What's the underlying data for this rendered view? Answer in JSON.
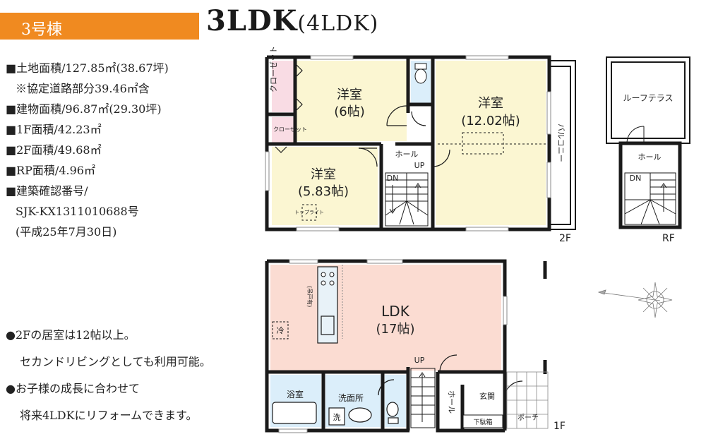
{
  "header": {
    "building_badge": "3号棟",
    "layout_title": "3LDK",
    "layout_title_alt": "(4LDK)"
  },
  "specs": [
    "■土地面積/127.85㎡(38.67坪)",
    "※協定道路部分39.46㎡含",
    "■建物面積/96.87㎡(29.30坪)",
    "■1F面積/42.23㎡",
    "■2F面積/49.68㎡",
    "■RP面積/4.96㎡",
    "■建築確認番号/",
    "SJK-KX1311010688号",
    "(平成25年7月30日)"
  ],
  "notes": [
    "●2Fの居室は12帖以上。",
    "セカンドリビングとしても利用可能。",
    "●お子様の成長に合わせて",
    "将来4LDKにリフォームできます。"
  ],
  "floor2": {
    "floor_label": "2F",
    "closet1": "クローゼット",
    "closet2": "クローゼット",
    "room1_name": "洋室",
    "room1_size": "(6帖)",
    "room2_name": "洋室",
    "room2_size": "(12.02帖)",
    "room3_name": "洋室",
    "room3_size": "(5.83帖)",
    "skylight": "トップライト",
    "hall": "ホール",
    "up": "UP",
    "dn": "DN",
    "balcony": "バルコニー"
  },
  "roof": {
    "floor_label": "RF",
    "terrace": "ルーフテラス",
    "hall": "ホール",
    "dn": "DN"
  },
  "floor1": {
    "floor_label": "1F",
    "ldk_name": "LDK",
    "ldk_size": "(17帖)",
    "cabinet": "(吊戸有)",
    "fridge": "冷",
    "bath": "浴室",
    "washroom": "洗面所",
    "washer": "洗",
    "up": "UP",
    "hall": "ホール",
    "entrance": "玄関",
    "shoe_box": "下駄箱",
    "porch": "ポーチ"
  },
  "colors": {
    "badge": "#f08a20",
    "wall": "#1a1a1a",
    "bedroom": "#fbf6d2",
    "ldk": "#fbdcd2",
    "closet": "#f9dce4",
    "wet_area": "#dbeefa"
  }
}
